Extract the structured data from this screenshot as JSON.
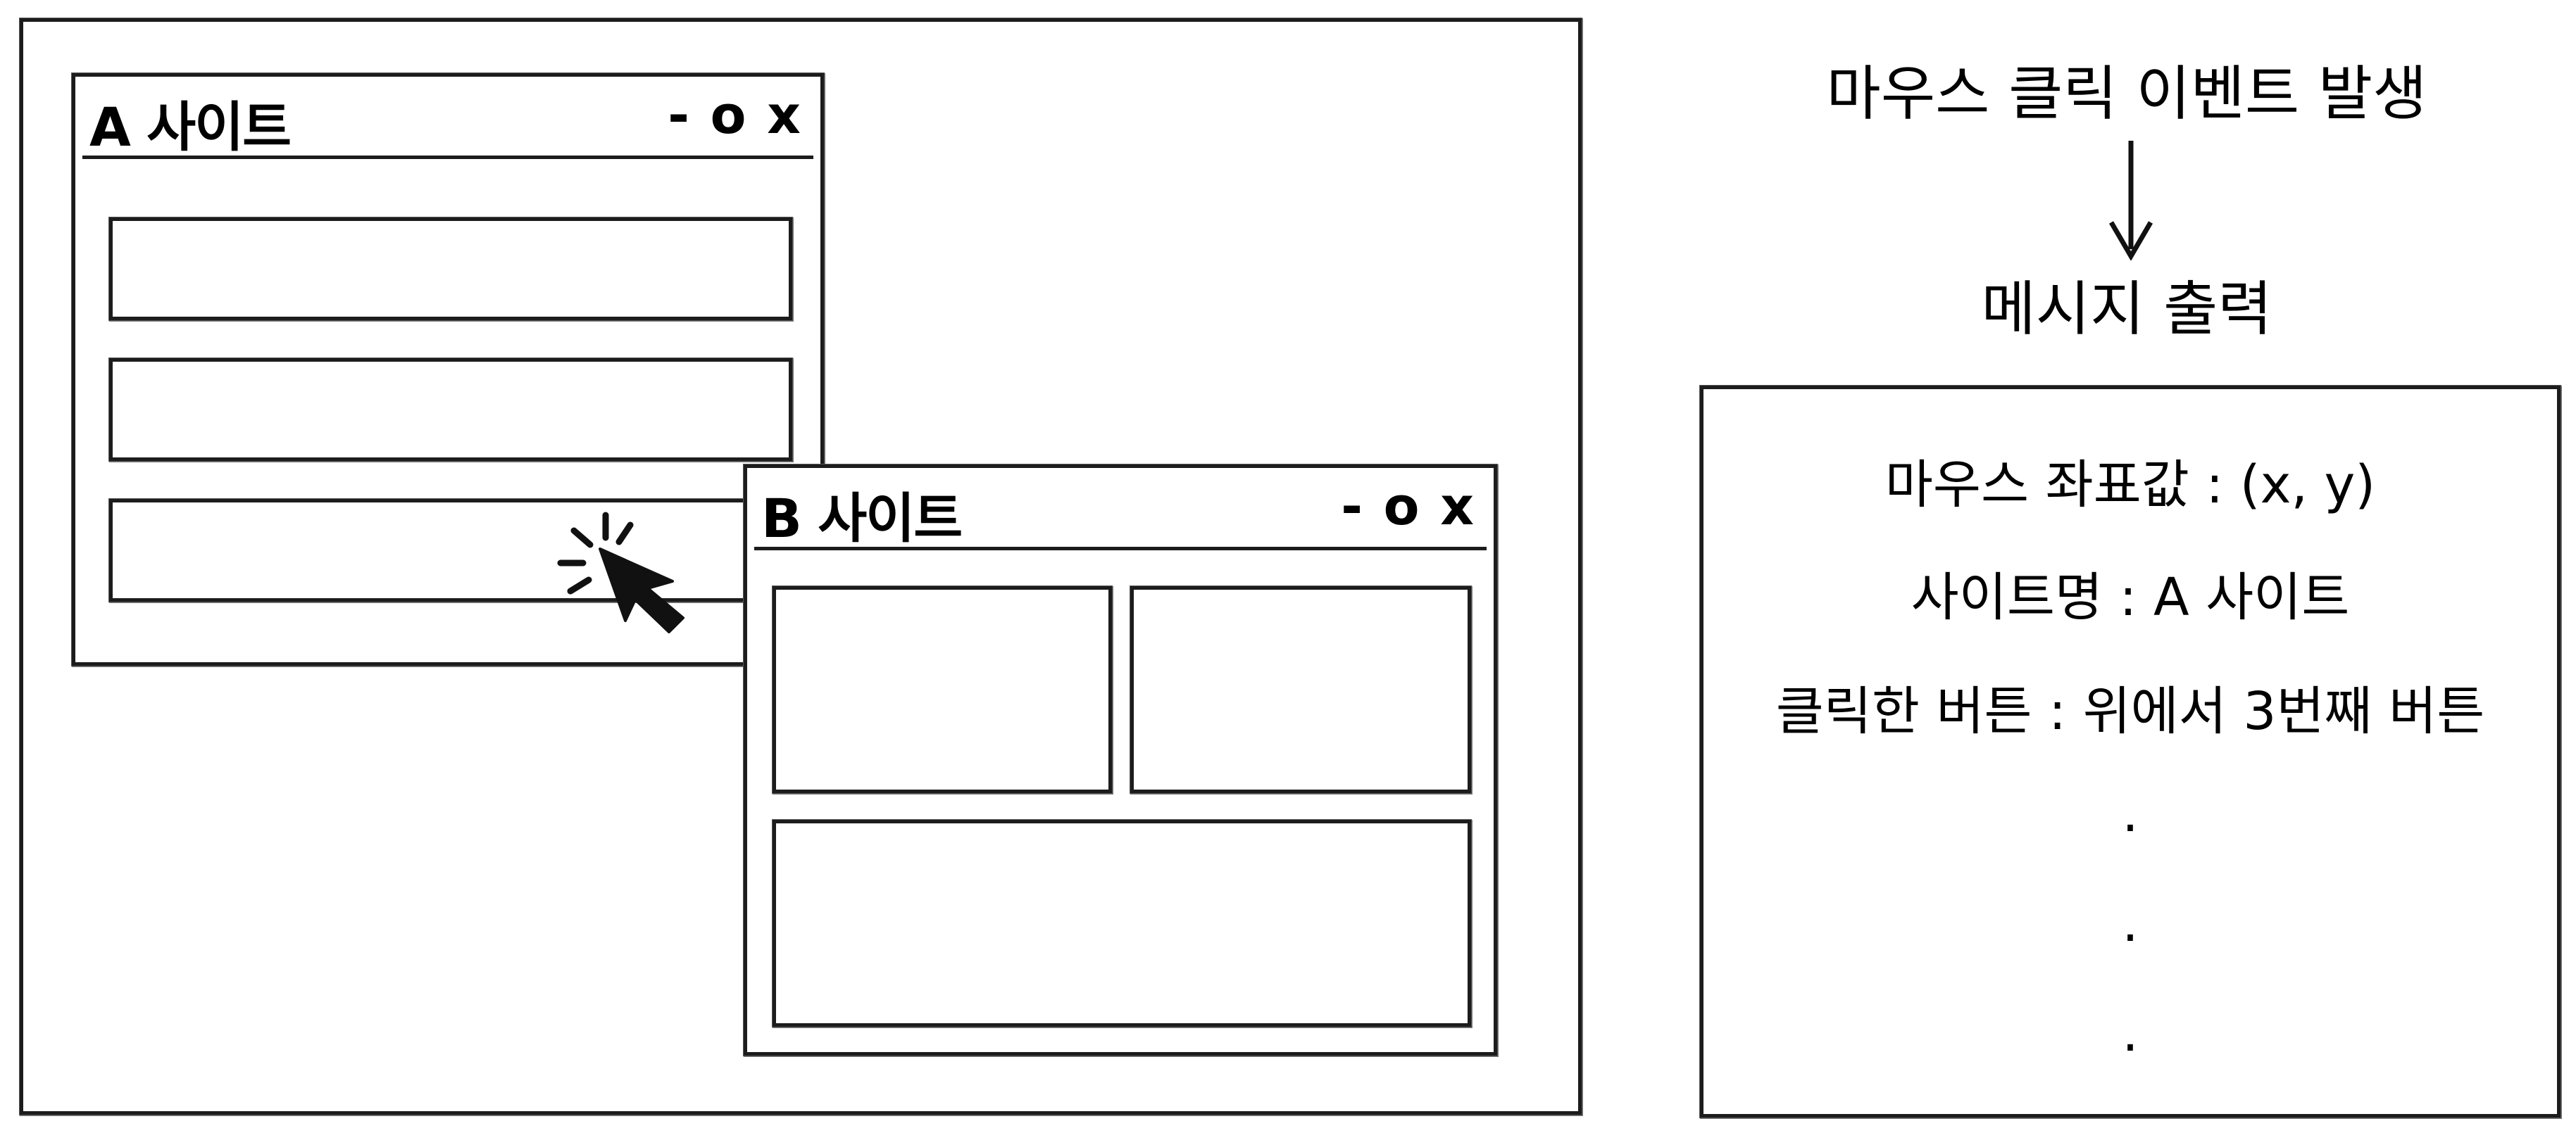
{
  "window_a": {
    "title": "A 사이트",
    "controls": "- o x"
  },
  "window_b": {
    "title": "B 사이트",
    "controls": "- o x"
  },
  "flow": {
    "event": "마우스 클릭 이벤트 발생",
    "result": "메시지 출력"
  },
  "output": {
    "lines": [
      "마우스 좌표값 : (x, y)",
      "사이트명 : A 사이트",
      "클릭한 버튼 : 위에서 3번째 버튼",
      ".",
      ".",
      "."
    ]
  }
}
